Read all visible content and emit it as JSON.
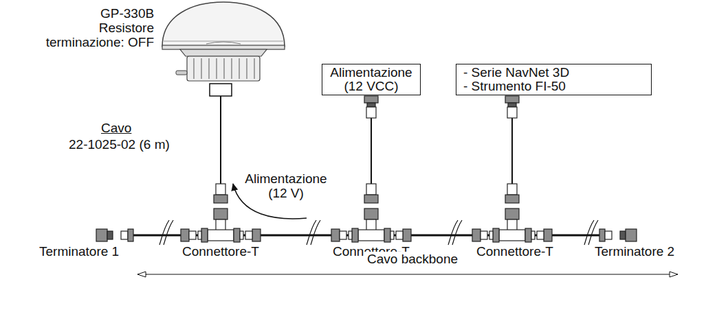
{
  "diagram": {
    "nodes": [
      {
        "text": [
          "Alimentazione (12 VCC)"
        ]
      },
      {
        "text": [
          "- Serie NavNet 3D",
          "- Strumento FI-50"
        ]
      }
    ],
    "labels": [
      "GP-330B",
      "Resistore terminazione: OFF",
      "Cavo",
      "22-1025-02 (6 m)",
      "Alimentazione (12 V)",
      "Terminatore 1",
      "Connettore-T",
      "Connettore-T",
      "Connettore-T",
      "Terminatore 2",
      "Cavo backbone"
    ]
  }
}
